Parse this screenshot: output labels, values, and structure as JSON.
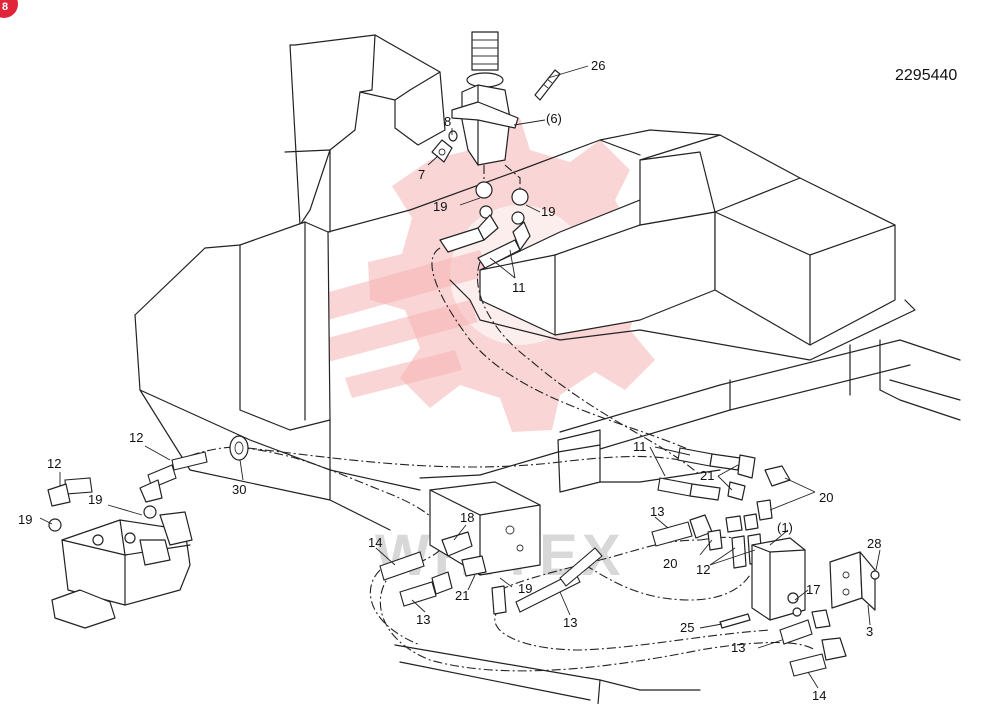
{
  "drawing": {
    "document_number": "2295440",
    "watermark_text": "WHITEX",
    "corner_badge": "8"
  },
  "part_labels": [
    {
      "id": "p26",
      "text": "26"
    },
    {
      "id": "p6",
      "text": "(6)"
    },
    {
      "id": "p8",
      "text": "8"
    },
    {
      "id": "p7",
      "text": "7"
    },
    {
      "id": "p19a",
      "text": "19"
    },
    {
      "id": "p19b",
      "text": "19"
    },
    {
      "id": "p11a",
      "text": "11"
    },
    {
      "id": "p11b",
      "text": "11"
    },
    {
      "id": "p21a",
      "text": "21"
    },
    {
      "id": "p20a",
      "text": "20"
    },
    {
      "id": "p12a",
      "text": "12"
    },
    {
      "id": "p12b",
      "text": "12"
    },
    {
      "id": "p19c",
      "text": "19"
    },
    {
      "id": "p19d",
      "text": "19"
    },
    {
      "id": "p30",
      "text": "30"
    },
    {
      "id": "p18",
      "text": "18"
    },
    {
      "id": "p14a",
      "text": "14"
    },
    {
      "id": "p13a",
      "text": "13"
    },
    {
      "id": "p20b",
      "text": "20"
    },
    {
      "id": "p12c",
      "text": "12"
    },
    {
      "id": "p1",
      "text": "(1)"
    },
    {
      "id": "p28",
      "text": "28"
    },
    {
      "id": "p17",
      "text": "17"
    },
    {
      "id": "p3",
      "text": "3"
    },
    {
      "id": "p21b",
      "text": "21"
    },
    {
      "id": "p19e",
      "text": "19"
    },
    {
      "id": "p13b",
      "text": "13"
    },
    {
      "id": "p13c",
      "text": "13"
    },
    {
      "id": "p25",
      "text": "25"
    },
    {
      "id": "p13d",
      "text": "13"
    },
    {
      "id": "p14b",
      "text": "14"
    }
  ]
}
